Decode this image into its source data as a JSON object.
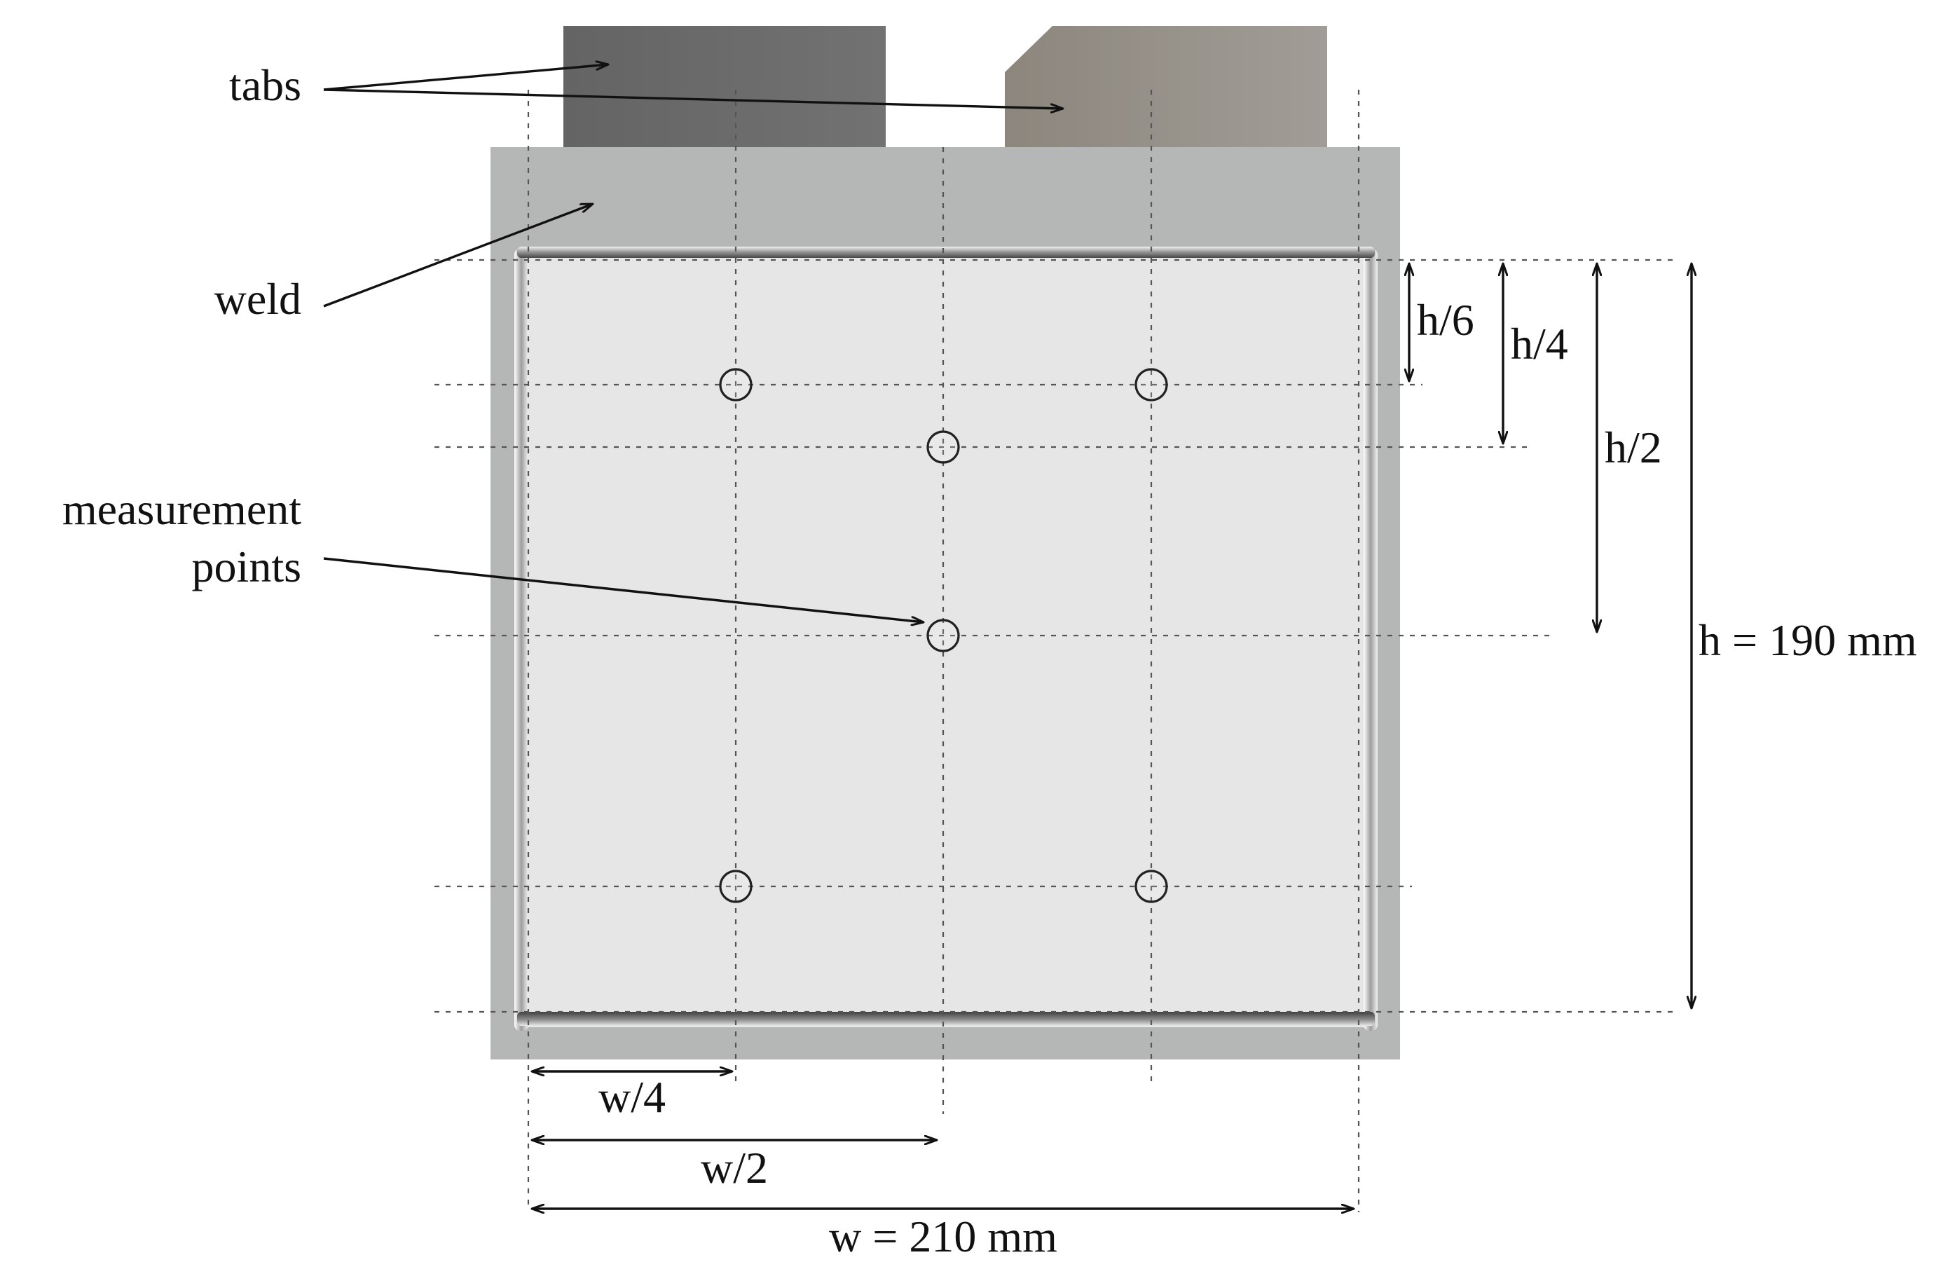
{
  "labels": {
    "tabs": "tabs",
    "weld": "weld",
    "measurement_line1": "measurement",
    "measurement_line2": "points"
  },
  "dimensions": {
    "h6": "h/6",
    "h4": "h/4",
    "h2": "h/2",
    "h_total": "h = 190 mm",
    "w4": "w/4",
    "w2": "w/2",
    "w_total": "w = 210 mm"
  },
  "colors": {
    "tab_negative": "#6b6b6b",
    "tab_positive": "#979289",
    "weld_frame": "#b5b6b6",
    "cell_face": "#e6e6e6",
    "line": "#111111"
  }
}
